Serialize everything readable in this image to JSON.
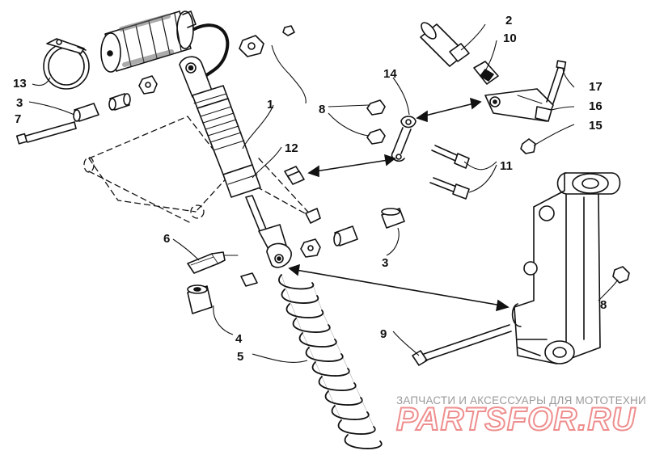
{
  "callouts": [
    "1",
    "2",
    "3",
    "3",
    "4",
    "5",
    "6",
    "7",
    "8",
    "8",
    "8",
    "9",
    "10",
    "11",
    "12",
    "13",
    "14",
    "15",
    "16",
    "17"
  ],
  "watermark": {
    "tagline": "ЗАПЧАСТИ И АКСЕССУАРЫ ДЛЯ МОТОТЕХНИКИ",
    "brand": "PARTSFOR.RU"
  },
  "colors": {
    "ink": "#111111",
    "watermark_red": "#ef8e8e",
    "watermark_grey": "#9a9a9a"
  }
}
